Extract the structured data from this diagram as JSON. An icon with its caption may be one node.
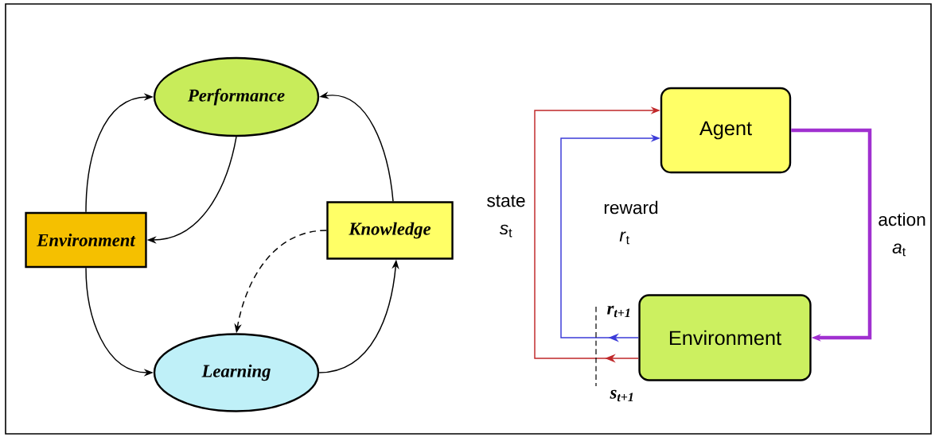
{
  "diagram": {
    "nodes": [
      {
        "text": [
          "Performance"
        ]
      },
      {
        "text": [
          "Environment"
        ]
      },
      {
        "text": [
          "Knowledge"
        ]
      },
      {
        "text": [
          "Learning"
        ]
      },
      {
        "text": [
          "Agent"
        ]
      },
      {
        "text": [
          "Environment"
        ]
      }
    ],
    "edges": [
      {
        "from": 1,
        "to": 0,
        "arrow": "to"
      },
      {
        "from": 0,
        "to": 1,
        "arrow": "to"
      },
      {
        "from": 2,
        "to": 0,
        "arrow": "to"
      },
      {
        "from": 2,
        "to": 3,
        "arrow": "to",
        "style": "dashed"
      },
      {
        "from": 1,
        "to": 3,
        "arrow": "to"
      },
      {
        "from": 3,
        "to": 2,
        "arrow": "to"
      },
      {
        "from": 5,
        "to": 4,
        "arrow": "to",
        "label": "state *s*$_{t}$",
        "color": "#c0282a"
      },
      {
        "from": 5,
        "to": 4,
        "arrow": "to",
        "label": "reward *r*$_{t}$",
        "color": "#3b3bd8"
      },
      {
        "from": 4,
        "to": 5,
        "arrow": "to",
        "label": "action *a*$_{t}$",
        "color": "#a030d0",
        "style": "thick"
      }
    ],
    "labels": [
      "*r*$_{t+1}$",
      "*s*$_{t+1}$"
    ]
  }
}
